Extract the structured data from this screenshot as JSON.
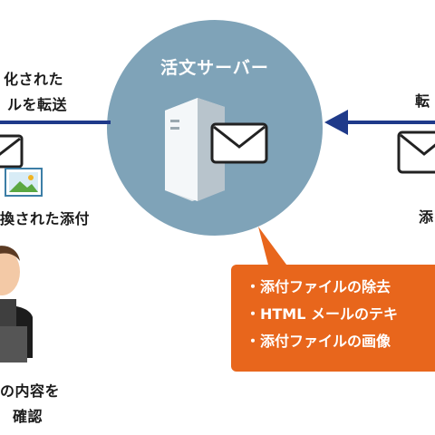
{
  "server": {
    "title": "活文サーバー"
  },
  "left": {
    "transfer_label_line1": "化された",
    "transfer_label_line2": "ルを転送",
    "converted_label": "換された添付",
    "confirm_line1": "の内容を",
    "confirm_line2": "確認"
  },
  "right": {
    "transfer_label": "転",
    "attachment_label": "添"
  },
  "callout": {
    "items": [
      "添付ファイルの除去",
      "HTML メールのテキ",
      "添付ファイルの画像"
    ]
  },
  "colors": {
    "server_circle": "#7fa3b8",
    "arrow": "#1f3a8a",
    "callout": "#e8661c"
  }
}
